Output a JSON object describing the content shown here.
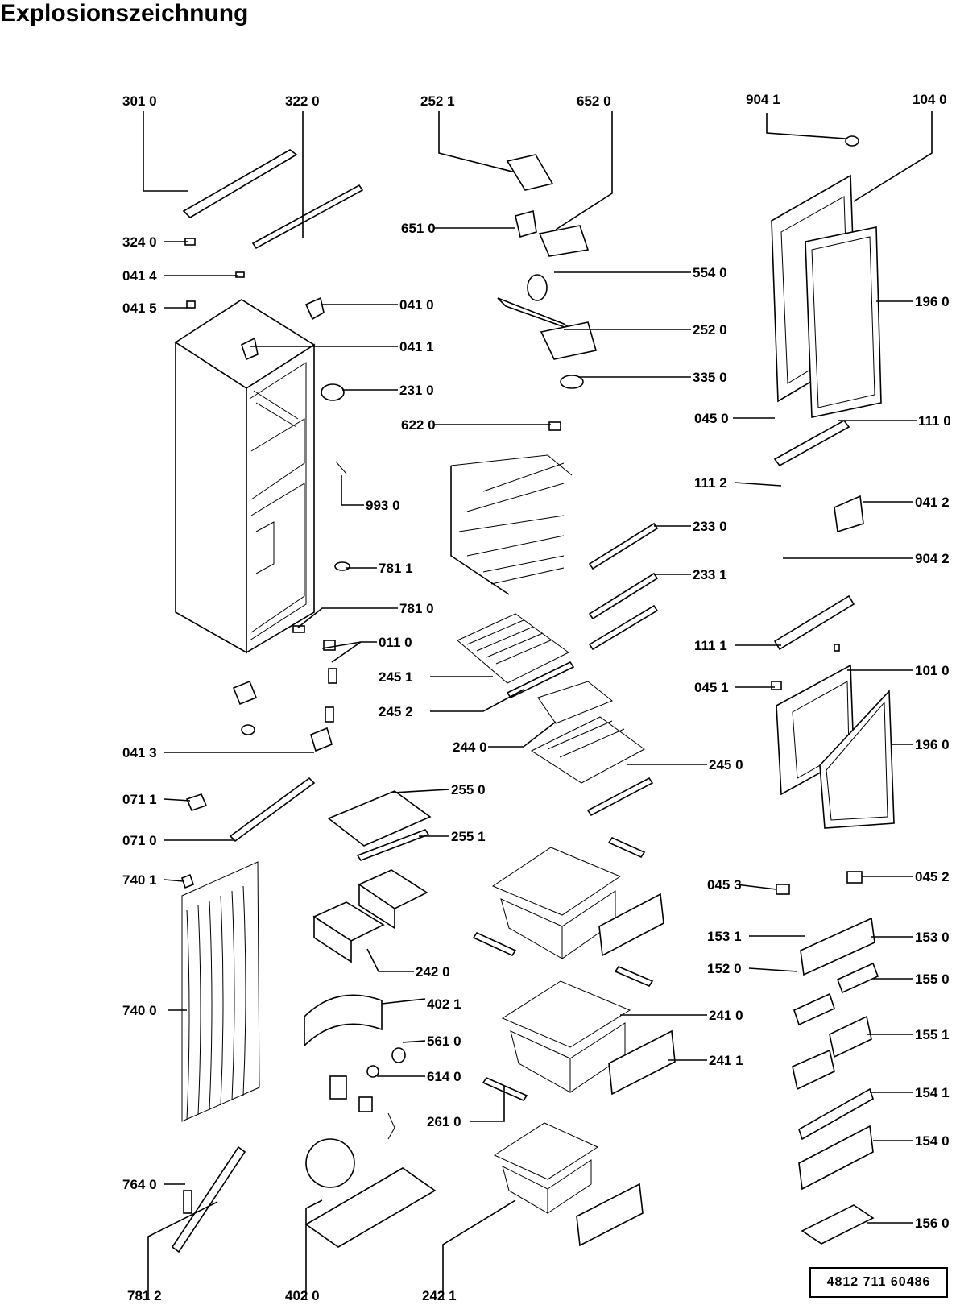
{
  "title": "Explosionszeichnung",
  "document_number": "4812  711  60486",
  "labels": {
    "l3010": "301 0",
    "l3220": "322 0",
    "l2521": "252 1",
    "l6520": "652 0",
    "l9041": "904 1",
    "l1040": "104 0",
    "l3240": "324 0",
    "l6510": "651 0",
    "l0414": "041 4",
    "l5540": "554 0",
    "l0415": "041 5",
    "l0410": "041 0",
    "l1960a": "196 0",
    "l2520": "252 0",
    "l0411": "041 1",
    "l2310": "231 0",
    "l3350": "335 0",
    "l0450": "045 0",
    "l1110": "111 0",
    "l6220": "622 0",
    "l1112": "111 2",
    "l9930": "993 0",
    "l0412": "041 2",
    "l2330": "233 0",
    "l7811": "781 1",
    "l9042": "904 2",
    "l2331": "233 1",
    "l7810": "781 0",
    "l0110": "011 0",
    "l1111": "111 1",
    "l2451": "245 1",
    "l0451": "045 1",
    "l1010": "101 0",
    "l2452": "245 2",
    "l2440": "244 0",
    "l1960b": "196 0",
    "l0413": "041 3",
    "l2450": "245 0",
    "l2550": "255 0",
    "l0711": "071 1",
    "l0710": "071 0",
    "l2551": "255 1",
    "l7401": "740 1",
    "l0453": "045 3",
    "l0452": "045 2",
    "l1531": "153 1",
    "l1530": "153 0",
    "l2420": "242 0",
    "l1520": "152 0",
    "l1550": "155 0",
    "l4021": "402 1",
    "l7400": "740 0",
    "l2410": "241 0",
    "l5610": "561 0",
    "l1551": "155 1",
    "l2411": "241 1",
    "l6140": "614 0",
    "l1541": "154 1",
    "l2610": "261 0",
    "l1540": "154 0",
    "l7640": "764 0",
    "l1560": "156 0",
    "l7812": "781 2",
    "l4020": "402 0",
    "l2421": "242 1"
  }
}
